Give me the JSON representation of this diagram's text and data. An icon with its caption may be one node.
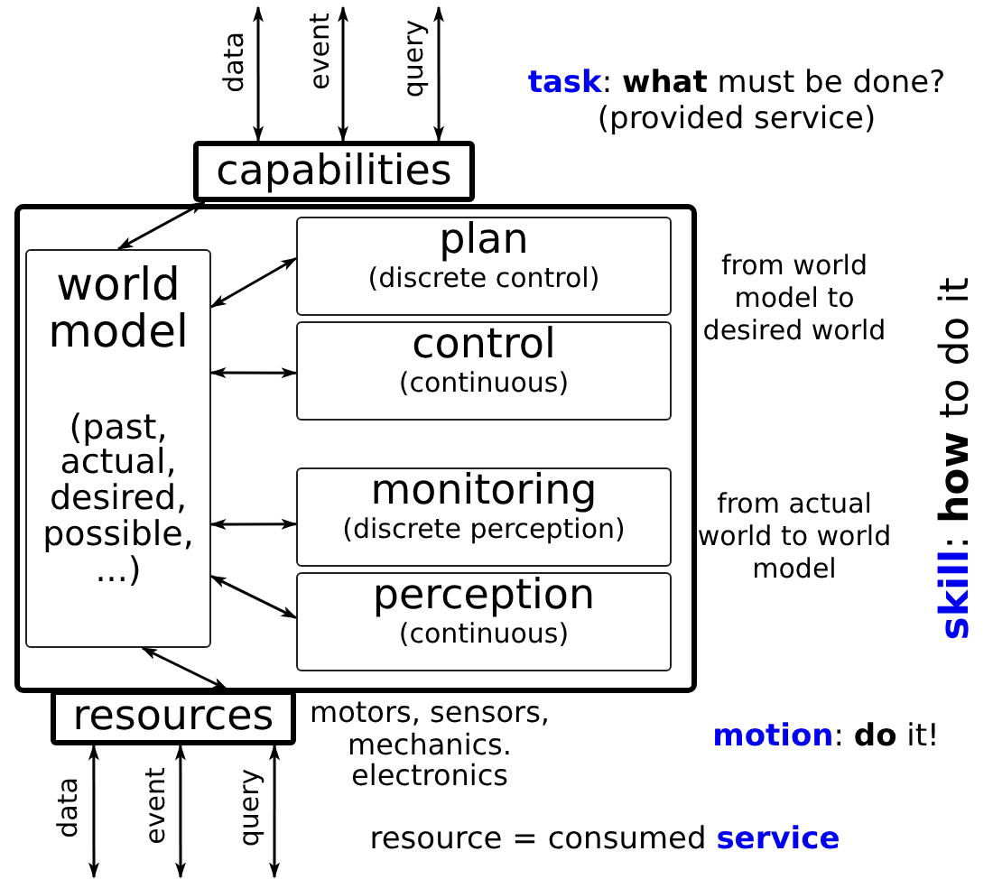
{
  "diagram": {
    "nodes": [
      {
        "text": [
          "capabilities"
        ]
      },
      {
        "text": [],
        "shape": "box"
      },
      {
        "text": [
          "world model",
          "(past, actual, desired, possible, ...)"
        ],
        "in": 1
      },
      {
        "text": [
          "plan",
          "(discrete control)"
        ],
        "in": 1
      },
      {
        "text": [
          "control",
          "(continuous)"
        ],
        "in": 1
      },
      {
        "text": [
          "monitoring",
          "(discrete perception)"
        ],
        "in": 1
      },
      {
        "text": [
          "perception",
          "(continuous)"
        ],
        "in": 1
      },
      {
        "text": [
          "resources"
        ],
        "beside": [
          "motors, sensors, mechanics. electronics"
        ]
      }
    ],
    "edges": [
      {
        "from": null,
        "to": 0,
        "arrow": "both",
        "label": "data"
      },
      {
        "from": null,
        "to": 0,
        "arrow": "both",
        "label": "event"
      },
      {
        "from": null,
        "to": 0,
        "arrow": "both",
        "label": "query"
      },
      {
        "from": 0,
        "to": 2,
        "arrow": "both"
      },
      {
        "from": 2,
        "to": 3,
        "arrow": "both"
      },
      {
        "from": 2,
        "to": 4,
        "arrow": "both"
      },
      {
        "from": 2,
        "to": 5,
        "arrow": "both"
      },
      {
        "from": 2,
        "to": 6,
        "arrow": "both"
      },
      {
        "from": 2,
        "to": 7,
        "arrow": "both"
      },
      {
        "from": 7,
        "to": null,
        "arrow": "both",
        "label": "data"
      },
      {
        "from": 7,
        "to": null,
        "arrow": "both",
        "label": "event"
      },
      {
        "from": 7,
        "to": null,
        "arrow": "both",
        "label": "query"
      }
    ],
    "labels": [
      "**task**: **what** must be done? (provided service)",
      "from world model to desired world",
      "from actual world to world model",
      "**skill**: **how** to do it",
      "**motion**: **do** it!",
      "resource = consumed **service**"
    ]
  }
}
